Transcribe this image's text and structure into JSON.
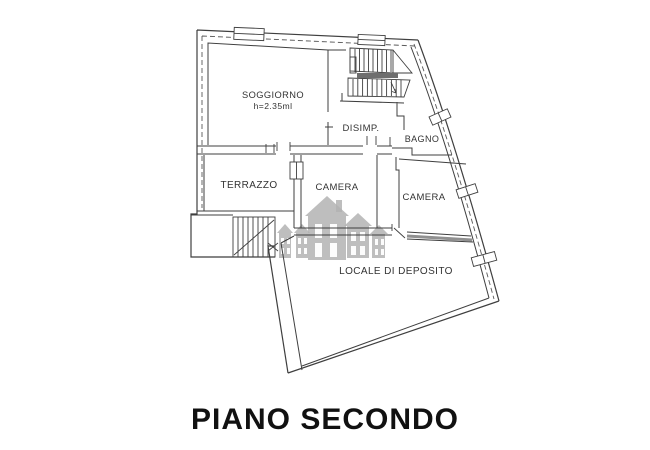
{
  "title": {
    "text": "PIANO SECONDO"
  },
  "floorplan": {
    "rooms": {
      "soggiorno": {
        "label": "SOGGIORNO",
        "note": "h=2.35ml"
      },
      "disimpegno": {
        "label": "DISIMP."
      },
      "bagno": {
        "label": "BAGNO"
      },
      "terrazzo": {
        "label": "TERRAZZO"
      },
      "camera1": {
        "label": "CAMERA"
      },
      "camera2": {
        "label": "CAMERA"
      },
      "deposito": {
        "label": "LOCALE DI DEPOSITO"
      }
    },
    "colors": {
      "line": "#3f3f3f",
      "dashed": "#5a5a5a",
      "watermark": "#b3b3b3",
      "label": "#333333",
      "title": "#111111",
      "background": "#ffffff"
    },
    "watermark_icon": "houses-logo-icon"
  }
}
